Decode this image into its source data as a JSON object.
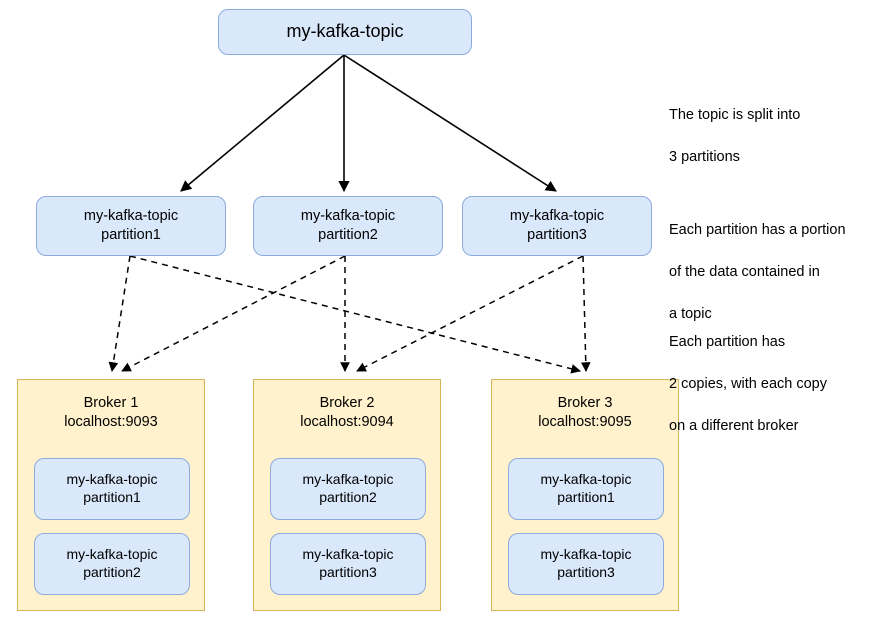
{
  "diagram": {
    "title_node": {
      "label": "my-kafka-topic"
    },
    "partitions": [
      {
        "line1": "my-kafka-topic",
        "line2": "partition1"
      },
      {
        "line1": "my-kafka-topic",
        "line2": "partition2"
      },
      {
        "line1": "my-kafka-topic",
        "line2": "partition3"
      }
    ],
    "brokers": [
      {
        "name": "Broker 1",
        "address": "localhost:9093",
        "replicas": [
          {
            "line1": "my-kafka-topic",
            "line2": "partition1"
          },
          {
            "line1": "my-kafka-topic",
            "line2": "partition2"
          }
        ]
      },
      {
        "name": "Broker 2",
        "address": "localhost:9094",
        "replicas": [
          {
            "line1": "my-kafka-topic",
            "line2": "partition2"
          },
          {
            "line1": "my-kafka-topic",
            "line2": "partition3"
          }
        ]
      },
      {
        "name": "Broker 3",
        "address": "localhost:9095",
        "replicas": [
          {
            "line1": "my-kafka-topic",
            "line2": "partition1"
          },
          {
            "line1": "my-kafka-topic",
            "line2": "partition3"
          }
        ]
      }
    ],
    "notes": [
      {
        "line1": "The topic is split into",
        "line2": "3 partitions",
        "line3": ""
      },
      {
        "line1": "Each partition has a portion",
        "line2": "of the data contained in",
        "line3": "a topic"
      },
      {
        "line1": "Each partition has",
        "line2": "2 copies, with each copy",
        "line3": "on a different broker"
      }
    ],
    "colors": {
      "blue_fill": "#dae8fc",
      "blue_stroke": "#8eaadb",
      "yellow_fill": "#fff2cc",
      "yellow_stroke": "#d6b656",
      "edge_stroke": "#000000",
      "text": "#000000",
      "background": "#ffffff"
    }
  }
}
